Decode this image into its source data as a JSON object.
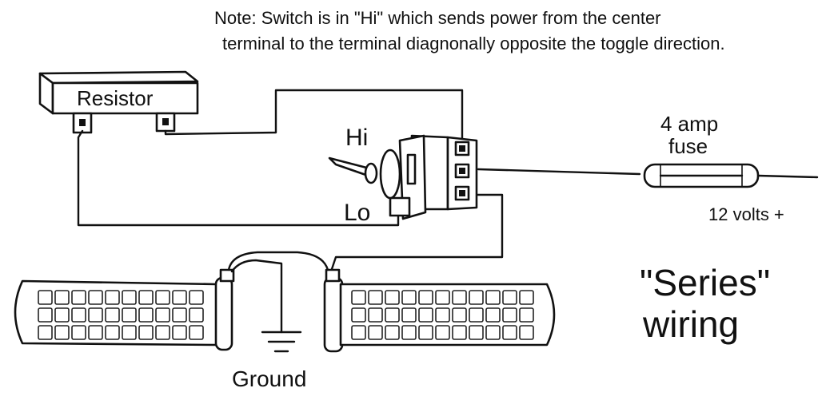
{
  "note": {
    "line1": "Note:  Switch is in \"Hi\" which sends power from the center",
    "line2": "terminal to the terminal diagnonally opposite the toggle direction."
  },
  "resistor": {
    "label": "Resistor"
  },
  "switch": {
    "hi_label": "Hi",
    "lo_label": "Lo"
  },
  "fuse": {
    "line1": "4 amp",
    "line2": "fuse"
  },
  "power": {
    "label": "12 volts +"
  },
  "ground": {
    "label": "Ground"
  },
  "title": {
    "line1": "\"Series\"",
    "line2": "wiring"
  }
}
